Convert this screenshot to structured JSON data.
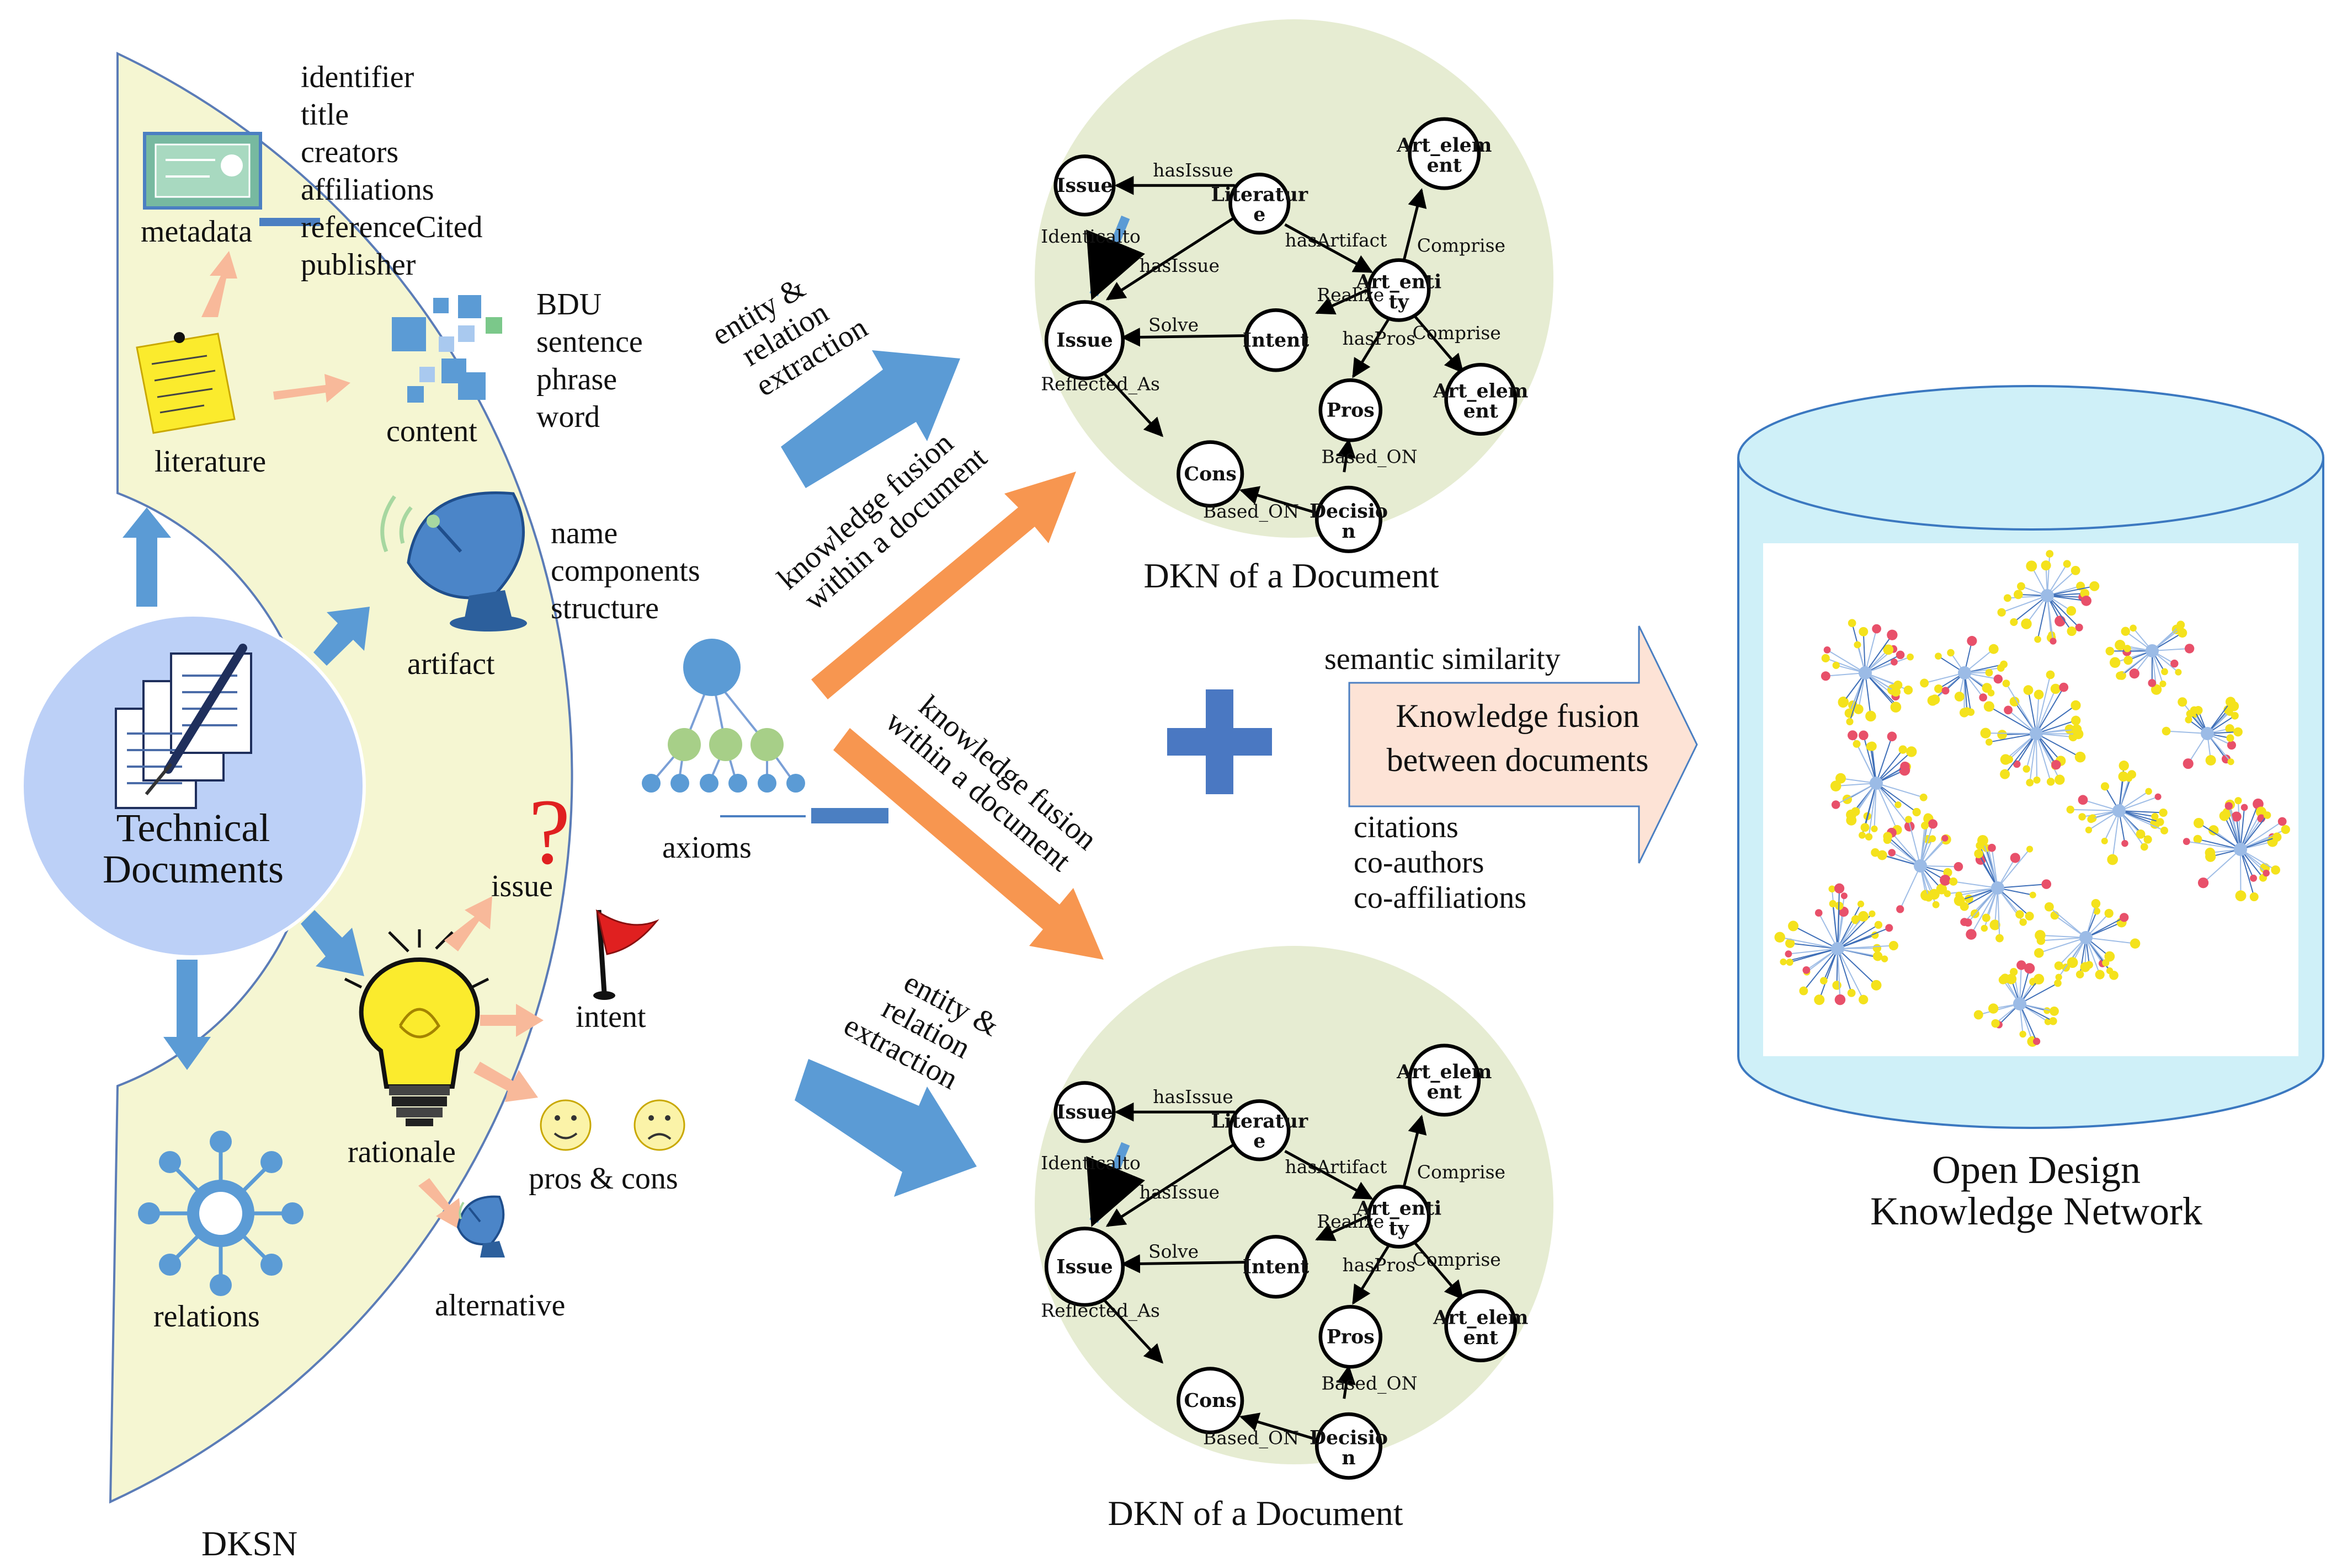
{
  "colors": {
    "dksn_fill": "#f5f6d2",
    "dksn_stroke": "#5b7cb7",
    "doc_circle": "#bcd0f7",
    "blue_arrow": "#5b9bd5",
    "orange_arrow": "#f79650",
    "salmon_arrow": "#f8b99a",
    "dkn_circle": "#e6ecd2",
    "plus": "#4a78c2",
    "fusion_fill": "#fde3d6",
    "cylinder": "#cff0f8",
    "cylinder_stroke": "#3b78c0",
    "node_yellow": "#f4e21c",
    "node_blue": "#9bbbe6"
  },
  "left": {
    "center_label_line1": "Technical",
    "center_label_line2": "Documents",
    "dksn_label": "DKSN",
    "metadata": {
      "label": "metadata",
      "fields": [
        "identifier",
        "title",
        "creators",
        "affiliations",
        "referenceCited",
        "publisher"
      ]
    },
    "literature": "literature",
    "content": {
      "label": "content",
      "fields": [
        "BDU",
        "sentence",
        "phrase",
        "word"
      ]
    },
    "artifact": {
      "label": "artifact",
      "fields": [
        "name",
        "components",
        "structure"
      ]
    },
    "axioms": "axioms",
    "rationale": {
      "label": "rationale",
      "issue": "issue",
      "issue_mark": "?",
      "intent": "intent",
      "pros_cons": "pros & cons",
      "alternative": "alternative"
    },
    "relations": "relations"
  },
  "middle": {
    "extraction_top": [
      "entity &",
      "relation",
      "extraction"
    ],
    "extraction_bottom": [
      "entity &",
      "relation",
      "extraction"
    ],
    "fusion_top": [
      "knowledge fusion",
      "within a document"
    ],
    "fusion_bottom": [
      "knowledge fusion",
      "within a document"
    ],
    "dkn_top_caption": "DKN of a Document",
    "dkn_bottom_caption": "DKN of a Document"
  },
  "dkn_graph": {
    "nodes": {
      "issue1": "Issue",
      "literature": [
        "Literatur",
        "e"
      ],
      "art_element1": [
        "Art_elem",
        "ent"
      ],
      "art_entity": [
        "Art_enti",
        "ty"
      ],
      "issue2": "Issue",
      "intent": "Intent",
      "art_element2": [
        "Art_elem",
        "ent"
      ],
      "pros": "Pros",
      "cons": "Cons",
      "decision": [
        "Decisio",
        "n"
      ]
    },
    "edges": {
      "has_issue1": "hasIssue",
      "identical_to": "Identicalto",
      "has_issue2": "hasIssue",
      "has_artifact": "hasArtifact",
      "comprise1": "Comprise",
      "realize": "Realize",
      "solve": "Solve",
      "has_pros": "hasPros",
      "comprise2": "Comprise",
      "reflected_as": "Reflected_As",
      "based_on1": "Based_ON",
      "based_on2": "Based_ON"
    }
  },
  "right": {
    "semantic_similarity": "semantic similarity",
    "fusion_line1": "Knowledge fusion",
    "fusion_line2": "between documents",
    "citations": "citations",
    "co_authors": "co-authors",
    "co_affiliations": "co-affiliations",
    "odkn_line1": "Open Design",
    "odkn_line2": "Knowledge Network"
  }
}
